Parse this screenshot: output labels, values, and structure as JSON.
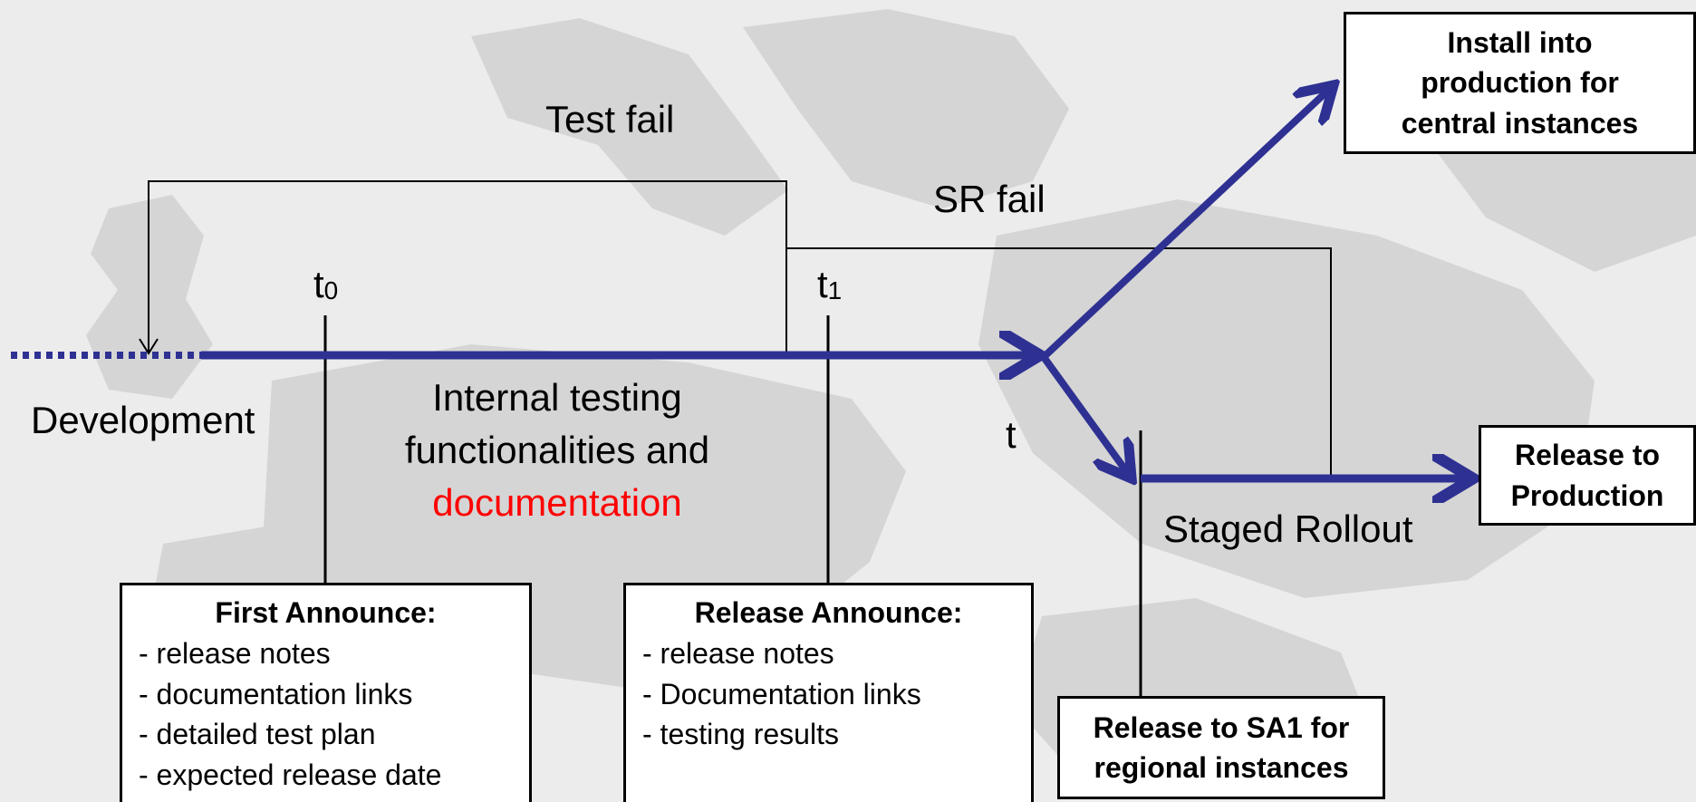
{
  "colors": {
    "arrow": "#2e3192",
    "line": "#000000",
    "highlight": "#ff0000",
    "map": "#d6d6d6",
    "background": "#ececec"
  },
  "labels": {
    "test_fail": "Test fail",
    "sr_fail": "SR fail",
    "t0_base": "t",
    "t0_sub": "0",
    "t1_base": "t",
    "t1_sub": "1",
    "t": "t",
    "development": "Development",
    "internal_line1": "Internal testing",
    "internal_line2": "functionalities and",
    "internal_line3": "documentation",
    "staged_rollout": "Staged Rollout"
  },
  "boxes": {
    "install_central": [
      "Install into",
      "production for",
      "central instances"
    ],
    "release_production": [
      "Release to",
      "Production"
    ],
    "release_sa1": [
      "Release to SA1 for",
      "regional instances"
    ]
  },
  "announcements": {
    "first": {
      "title": "First Announce:",
      "items": [
        "- release notes",
        "- documentation links",
        "- detailed test plan",
        "- expected release date"
      ]
    },
    "release": {
      "title": "Release Announce:",
      "items": [
        "- release notes",
        "- Documentation links",
        "- testing results"
      ]
    }
  }
}
